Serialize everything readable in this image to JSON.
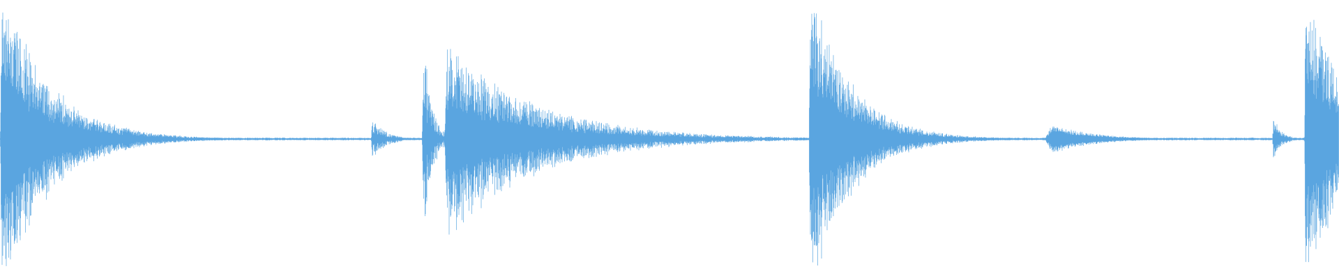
{
  "chart_data": {
    "type": "area",
    "title": "",
    "xlabel": "",
    "ylabel": "",
    "ylim": [
      -1,
      1
    ],
    "xlim": [
      0,
      1
    ],
    "grid": false,
    "legend": "none",
    "color": "#5aa5e0",
    "baseline_amplitude": 0.008,
    "transients": [
      {
        "x": 0.001,
        "peak": 1.0,
        "decay": 0.035,
        "noise": 0.5
      },
      {
        "x": 0.278,
        "peak": 0.13,
        "decay": 0.01,
        "noise": 0.6
      },
      {
        "x": 0.316,
        "peak": 0.65,
        "decay": 0.006,
        "noise": 0.7
      },
      {
        "x": 0.333,
        "peak": 0.62,
        "decay": 0.065,
        "noise": 0.55
      },
      {
        "x": 0.605,
        "peak": 1.0,
        "decay": 0.03,
        "noise": 0.5
      },
      {
        "x": 0.786,
        "peak": 0.1,
        "decay": 0.03,
        "noise": 0.35,
        "attack": 0.006
      },
      {
        "x": 0.951,
        "peak": 0.14,
        "decay": 0.006,
        "noise": 0.6
      },
      {
        "x": 0.975,
        "peak": 1.0,
        "decay": 0.03,
        "noise": 0.5
      }
    ]
  }
}
